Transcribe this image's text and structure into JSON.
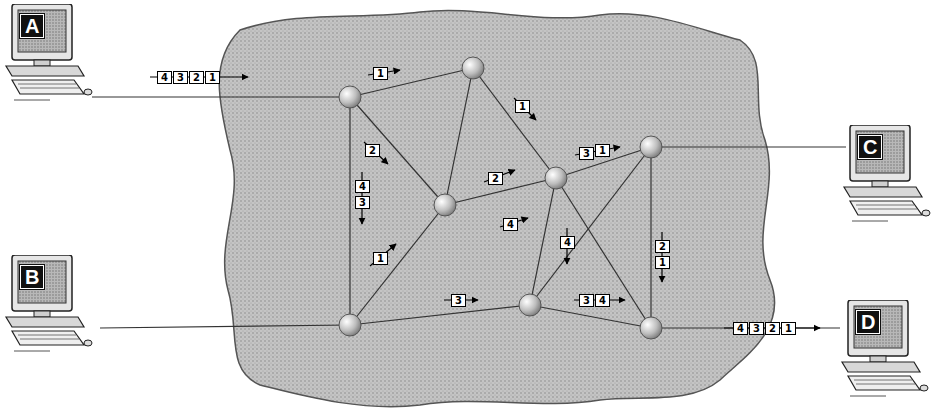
{
  "diagram": {
    "nodes": [
      {
        "text": [
          "A"
        ]
      },
      {
        "text": [
          "4"
        ]
      },
      {
        "text": [
          "3"
        ]
      },
      {
        "text": [
          "2"
        ]
      },
      {
        "text": [
          "1"
        ]
      },
      {
        "text": [
          "1"
        ]
      },
      {
        "text": [
          "1"
        ]
      },
      {
        "text": [
          "2"
        ]
      },
      {
        "text": [
          "3"
        ]
      },
      {
        "text": [
          "1"
        ]
      },
      {
        "text": [
          "C"
        ]
      },
      {
        "text": [
          "4"
        ]
      },
      {
        "text": [
          "3"
        ]
      },
      {
        "text": [
          "2"
        ]
      },
      {
        "text": [
          "4"
        ]
      },
      {
        "text": [
          "4"
        ]
      },
      {
        "text": [
          "2"
        ]
      },
      {
        "text": [
          "1"
        ]
      },
      {
        "text": [
          "1"
        ]
      },
      {
        "text": [
          "B"
        ]
      },
      {
        "text": [
          "3"
        ]
      },
      {
        "text": [
          "3"
        ]
      },
      {
        "text": [
          "4"
        ]
      },
      {
        "text": [
          "D"
        ]
      },
      {
        "text": [
          "4"
        ]
      },
      {
        "text": [
          "3"
        ]
      },
      {
        "text": [
          "2"
        ]
      },
      {
        "text": [
          "1"
        ]
      }
    ]
  }
}
